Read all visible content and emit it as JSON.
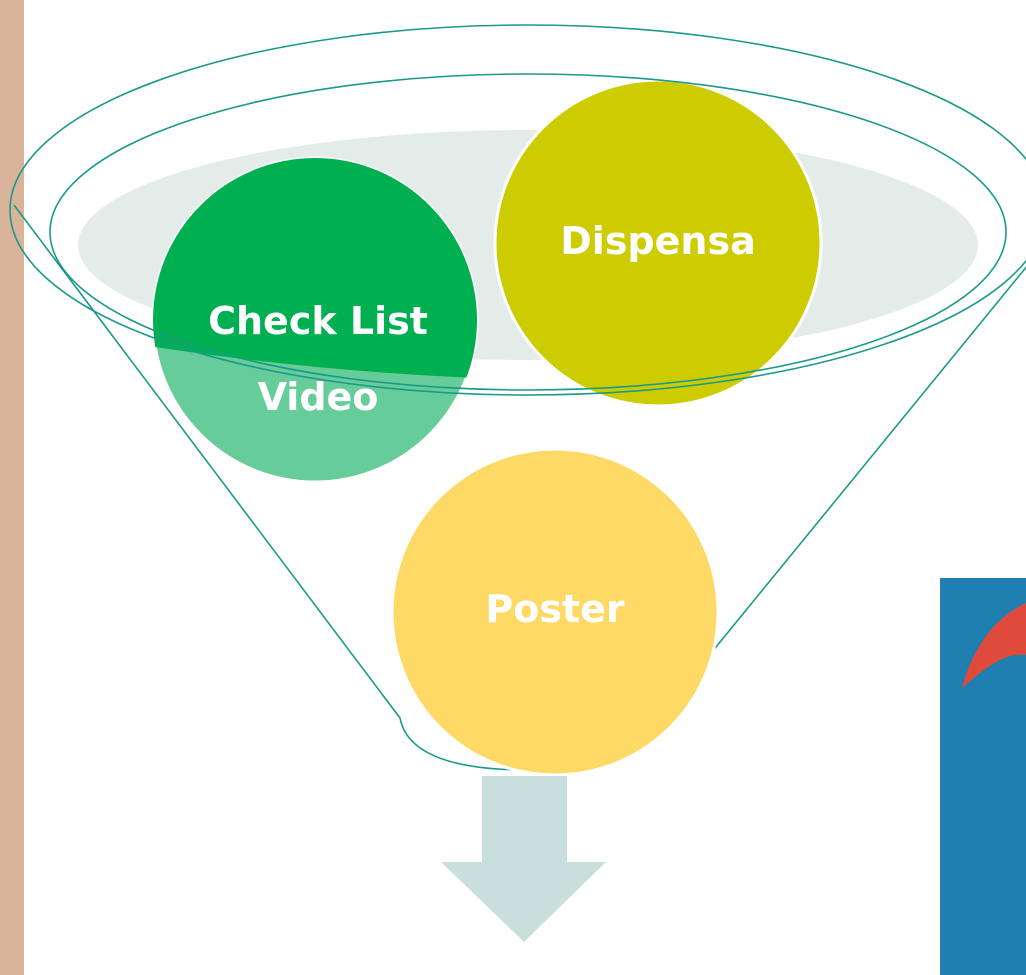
{
  "diagram": {
    "type": "funnel",
    "items": [
      {
        "label": "Check List",
        "color": "#00B050"
      },
      {
        "label": "Dispensa",
        "color": "#CCCC00"
      },
      {
        "label": "Video",
        "color": "#66CC99"
      },
      {
        "label": "Poster",
        "color": "#FFD966"
      }
    ],
    "outline_color": "#1A9A8A",
    "rim_fill": "#E4ECEA",
    "arrow_color": "#C9DFDC"
  },
  "decor": {
    "left_strip": "#D9B39A",
    "right_image_bg": "#1F7FB0",
    "right_image_accent": "#E04A3A"
  }
}
